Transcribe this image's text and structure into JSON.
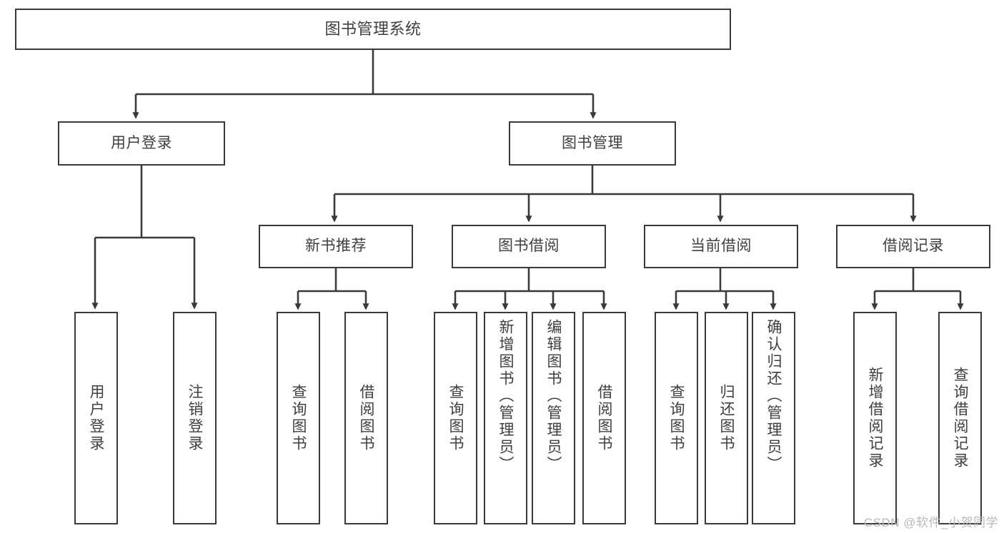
{
  "diagram": {
    "type": "tree",
    "title": "图书管理系统",
    "watermark": "CSDN @软件_小贺同学",
    "colors": {
      "box_border": "#3a3a3a",
      "box_fill": "#ffffff",
      "text": "#3f3f3f",
      "connector": "#3a3a3a",
      "watermark": "#b9b9b9",
      "background": "#ffffff"
    },
    "nodes": {
      "root": {
        "label": "图书管理系统"
      },
      "level2": [
        {
          "id": "user-login",
          "label": "用户登录"
        },
        {
          "id": "book-manage",
          "label": "图书管理"
        }
      ],
      "level3": [
        {
          "id": "new-book-recommend",
          "label": "新书推荐",
          "parent": "book-manage"
        },
        {
          "id": "book-borrow",
          "label": "图书借阅",
          "parent": "book-manage"
        },
        {
          "id": "current-borrow",
          "label": "当前借阅",
          "parent": "book-manage"
        },
        {
          "id": "borrow-record",
          "label": "借阅记录",
          "parent": "book-manage"
        }
      ],
      "leaves": [
        {
          "id": "leaf-user-login",
          "label": "用户登录",
          "parent": "user-login"
        },
        {
          "id": "leaf-user-logout",
          "label": "注销登录",
          "parent": "user-login"
        },
        {
          "id": "leaf-query-book-1",
          "label": "查询图书",
          "parent": "new-book-recommend"
        },
        {
          "id": "leaf-borrow-book-1",
          "label": "借阅图书",
          "parent": "new-book-recommend"
        },
        {
          "id": "leaf-query-book-2",
          "label": "查询图书",
          "parent": "book-borrow"
        },
        {
          "id": "leaf-add-book",
          "label": "新增图书（管理员）",
          "parent": "book-borrow"
        },
        {
          "id": "leaf-edit-book",
          "label": "编辑图书（管理员）",
          "parent": "book-borrow"
        },
        {
          "id": "leaf-borrow-book-2",
          "label": "借阅图书",
          "parent": "book-borrow"
        },
        {
          "id": "leaf-query-book-3",
          "label": "查询图书",
          "parent": "current-borrow"
        },
        {
          "id": "leaf-return-book",
          "label": "归还图书",
          "parent": "current-borrow"
        },
        {
          "id": "leaf-confirm-return",
          "label": "确认归还（管理员）",
          "parent": "current-borrow"
        },
        {
          "id": "leaf-add-record",
          "label": "新增借阅记录",
          "parent": "borrow-record"
        },
        {
          "id": "leaf-query-record",
          "label": "查询借阅记录",
          "parent": "borrow-record"
        }
      ]
    }
  }
}
